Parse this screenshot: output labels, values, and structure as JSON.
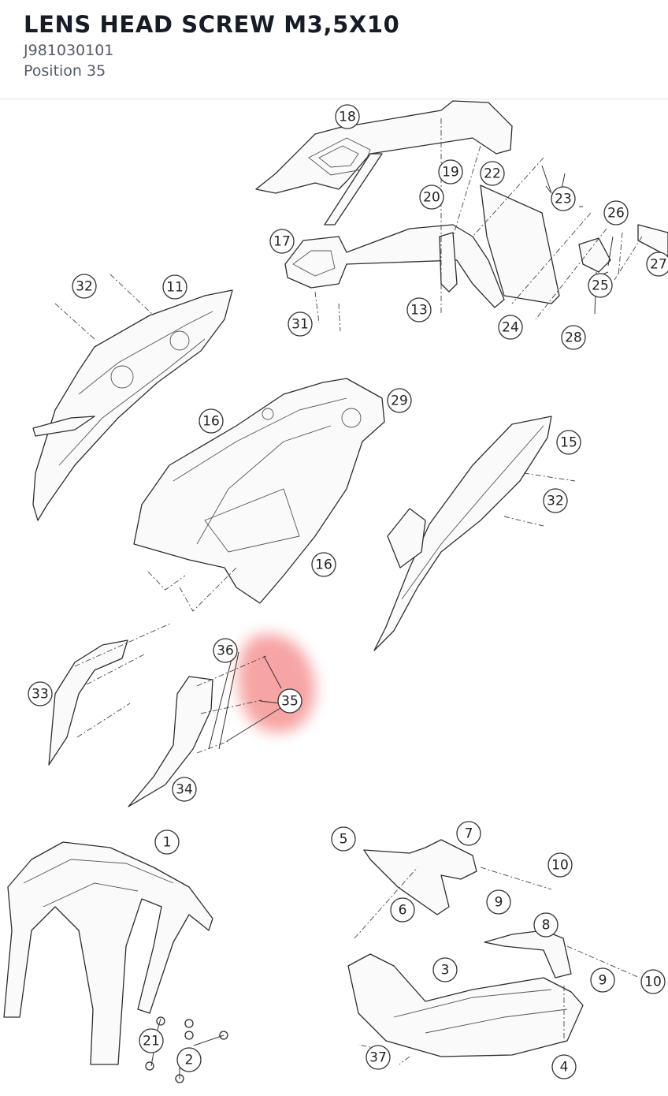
{
  "header": {
    "title": "LENS HEAD SCREW M3,5X10",
    "part_number": "J981030101",
    "position": "Position 35"
  },
  "highlight": {
    "label": "35",
    "color": "#f05a5a"
  },
  "callouts": [
    "18",
    "19",
    "22",
    "20",
    "23",
    "26",
    "17",
    "27",
    "25",
    "32",
    "11",
    "13",
    "31",
    "24",
    "28",
    "29",
    "16",
    "15",
    "32",
    "16",
    "36",
    "35",
    "33",
    "34",
    "1",
    "5",
    "7",
    "10",
    "9",
    "6",
    "8",
    "3",
    "9",
    "10",
    "21",
    "2",
    "37",
    "4"
  ]
}
